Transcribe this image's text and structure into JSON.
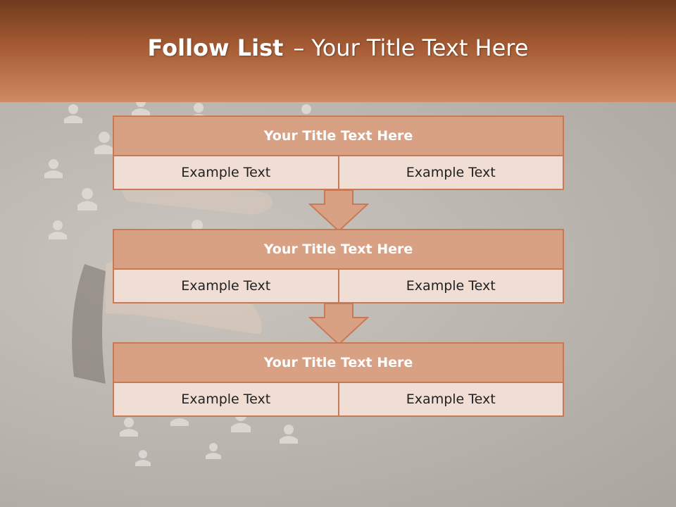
{
  "header": {
    "title_bold": "Follow List",
    "title_sep": "–",
    "title_rest": "Your Title Text Here"
  },
  "blocks": [
    {
      "title": "Your Title Text Here",
      "left": "Example Text",
      "right": "Example Text"
    },
    {
      "title": "Your Title Text Here",
      "left": "Example Text",
      "right": "Example Text"
    },
    {
      "title": "Your Title Text Here",
      "left": "Example Text",
      "right": "Example Text"
    }
  ],
  "colors": {
    "header_dark": "#6f3a1e",
    "header_light": "#cf8a62",
    "block_head": "#d9a183",
    "block_cell": "#f0ddd4",
    "border": "#c87a56"
  },
  "icons": [
    "person-icon",
    "down-arrow-icon"
  ]
}
